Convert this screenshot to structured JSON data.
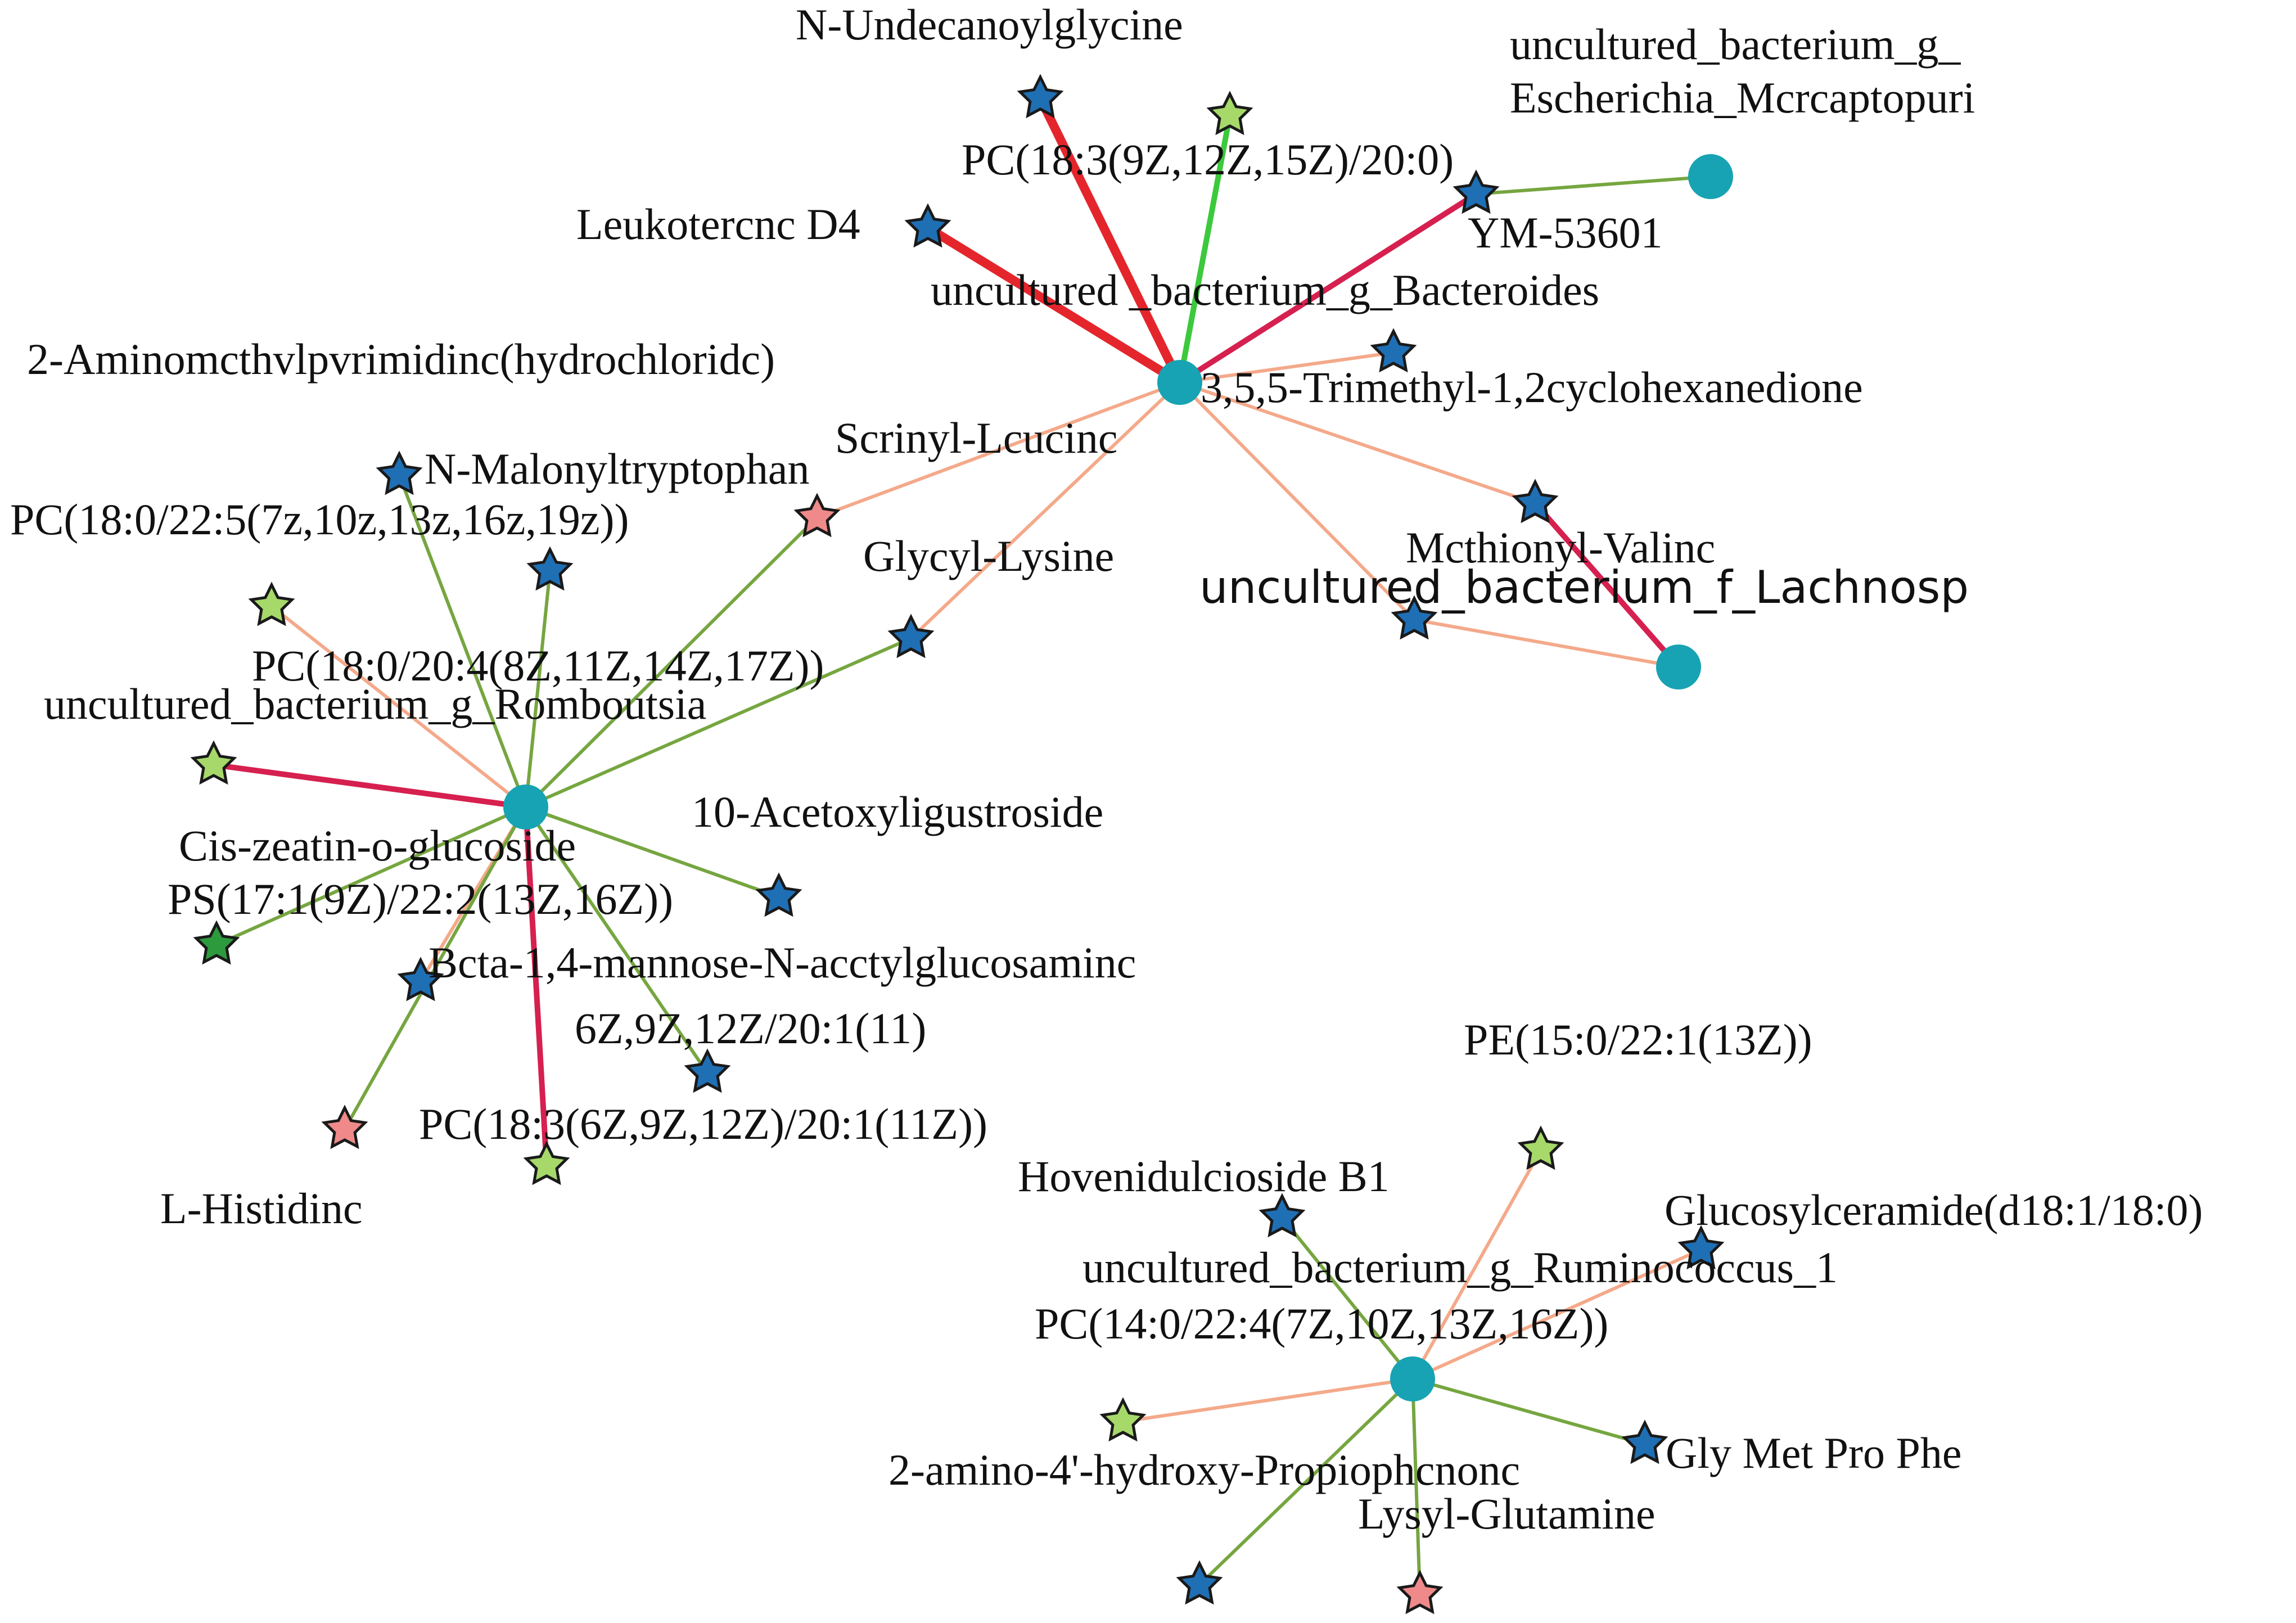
{
  "colors": {
    "hub": "#17A3B3",
    "star_blue": "#1F6FB5",
    "star_lightgreen": "#A6D96A",
    "star_green": "#2E9A3E",
    "star_pink": "#F08A8A",
    "edge_red": "#E4262C",
    "edge_crimson": "#D6204F",
    "edge_green": "#3CC93C",
    "edge_olive": "#76A640",
    "edge_salmon": "#F4A98A"
  },
  "hubs": [
    {
      "id": "h_bact",
      "label": "uncultured _bacterium_g_Bacteroides"
    },
    {
      "id": "h_esch",
      "label": "uncultured_bacterium_g_",
      "label2": "Escherichia_Mcrcaptopuri"
    },
    {
      "id": "h_lach",
      "label": "uncultured_bacterium_f_Lachnosp"
    },
    {
      "id": "h_romb",
      "label": "uncultured_bacterium_g_Romboutsia"
    },
    {
      "id": "h_rumi",
      "label": "uncultured_bacterium_g_Ruminococcus_1"
    }
  ],
  "metabolites": [
    {
      "id": "m_unde",
      "label": "N-Undecanoylglycine",
      "color": "blue"
    },
    {
      "id": "m_pc183",
      "label": "PC(18:3(9Z,12Z,15Z)/20:0)",
      "color": "lightgreen"
    },
    {
      "id": "m_ym",
      "label": "YM-53601",
      "color": "blue"
    },
    {
      "id": "m_leuk",
      "label": "Leukotercnc D4",
      "color": "blue"
    },
    {
      "id": "m_trim",
      "label": "3,5,5-Trimethyl-1,2cyclohexanedione",
      "color": "blue"
    },
    {
      "id": "m_amino",
      "label": "2-Aminomcthvlpvrimidinc(hydrochloridc)",
      "color": "none"
    },
    {
      "id": "m_seryl",
      "label": "Scrinyl-Lcucinc",
      "color": "pink"
    },
    {
      "id": "m_malon",
      "label": "N-Malonyltryptophan",
      "color": "blue"
    },
    {
      "id": "m_pc1822",
      "label": "PC(18:0/22:5(7z,10z,13z,16z,19z))",
      "color": "blue"
    },
    {
      "id": "m_glyly",
      "label": "Glycyl-Lysine",
      "color": "blue"
    },
    {
      "id": "m_methv",
      "label": "Mcthionyl-Valinc",
      "color": "blue"
    },
    {
      "id": "m_lachstar",
      "label": "",
      "color": "blue"
    },
    {
      "id": "m_pc1820",
      "label": "PC(18:0/20:4(8Z,11Z,14Z,17Z))",
      "color": "lightgreen"
    },
    {
      "id": "m_cisz",
      "label": "Cis-zeatin-o-glucoside",
      "color": "lightgreen"
    },
    {
      "id": "m_acet",
      "label": "10-Acetoxyligustroside",
      "color": "blue"
    },
    {
      "id": "m_ps",
      "label": "PS(17:1(9Z)/22:2(13Z,16Z))",
      "color": "green"
    },
    {
      "id": "m_beta",
      "label": "Bcta-1,4-mannose-N-acctylglucosaminc",
      "color": "blue"
    },
    {
      "id": "m_6z",
      "label": "6Z,9Z,12Z/20:1(11)",
      "color": "blue"
    },
    {
      "id": "m_pc183b",
      "label": "PC(18:3(6Z,9Z,12Z)/20:1(11Z))",
      "color": "lightgreen"
    },
    {
      "id": "m_hist",
      "label": "L-Histidinc",
      "color": "pink"
    },
    {
      "id": "m_pe",
      "label": "PE(15:0/22:1(13Z))",
      "color": "lightgreen"
    },
    {
      "id": "m_hoven",
      "label": "Hovenidulcioside  B1",
      "color": "blue"
    },
    {
      "id": "m_gluco",
      "label": "Glucosylceramide(d18:1/18:0)",
      "color": "blue"
    },
    {
      "id": "m_pc140",
      "label": "PC(14:0/22:4(7Z,10Z,13Z,16Z))",
      "color": "none"
    },
    {
      "id": "m_amhyd",
      "label": "2-amino-4'-hydroxy-Propiophcnonc",
      "color": "lightgreen"
    },
    {
      "id": "m_gmpp",
      "label": "Gly Met Pro Phe",
      "color": "blue"
    },
    {
      "id": "m_lysgl",
      "label": "Lysyl-Glutamine",
      "color": "pink"
    },
    {
      "id": "m_bottomblue",
      "label": "",
      "color": "blue"
    }
  ],
  "edges": [
    {
      "from": "h_bact",
      "to": "m_unde",
      "color": "edge_red",
      "weight": "thick"
    },
    {
      "from": "h_bact",
      "to": "m_pc183",
      "color": "edge_green",
      "weight": "medium"
    },
    {
      "from": "h_bact",
      "to": "m_ym",
      "color": "edge_crimson",
      "weight": "medium"
    },
    {
      "from": "h_bact",
      "to": "m_leuk",
      "color": "edge_red",
      "weight": "thick"
    },
    {
      "from": "h_bact",
      "to": "m_trim",
      "color": "edge_salmon",
      "weight": "thin"
    },
    {
      "from": "h_bact",
      "to": "m_seryl",
      "color": "edge_salmon",
      "weight": "thin"
    },
    {
      "from": "h_bact",
      "to": "m_glyly",
      "color": "edge_salmon",
      "weight": "thin"
    },
    {
      "from": "h_bact",
      "to": "m_methv",
      "color": "edge_salmon",
      "weight": "thin"
    },
    {
      "from": "h_bact",
      "to": "m_lachstar",
      "color": "edge_salmon",
      "weight": "thin"
    },
    {
      "from": "h_esch",
      "to": "m_ym",
      "color": "edge_olive",
      "weight": "thin"
    },
    {
      "from": "h_lach",
      "to": "m_methv",
      "color": "edge_crimson",
      "weight": "medium"
    },
    {
      "from": "h_lach",
      "to": "m_lachstar",
      "color": "edge_salmon",
      "weight": "thin"
    },
    {
      "from": "h_romb",
      "to": "m_malon",
      "color": "edge_olive",
      "weight": "thin"
    },
    {
      "from": "h_romb",
      "to": "m_pc1822",
      "color": "edge_olive",
      "weight": "thin"
    },
    {
      "from": "h_romb",
      "to": "m_pc1820",
      "color": "edge_salmon",
      "weight": "thin"
    },
    {
      "from": "h_romb",
      "to": "m_seryl",
      "color": "edge_olive",
      "weight": "thin"
    },
    {
      "from": "h_romb",
      "to": "m_glyly",
      "color": "edge_olive",
      "weight": "thin"
    },
    {
      "from": "h_romb",
      "to": "m_cisz",
      "color": "edge_crimson",
      "weight": "medium"
    },
    {
      "from": "h_romb",
      "to": "m_acet",
      "color": "edge_olive",
      "weight": "thin"
    },
    {
      "from": "h_romb",
      "to": "m_ps",
      "color": "edge_olive",
      "weight": "thin"
    },
    {
      "from": "h_romb",
      "to": "m_beta",
      "color": "edge_salmon",
      "weight": "thin"
    },
    {
      "from": "h_romb",
      "to": "m_6z",
      "color": "edge_olive",
      "weight": "thin"
    },
    {
      "from": "h_romb",
      "to": "m_pc183b",
      "color": "edge_crimson",
      "weight": "medium"
    },
    {
      "from": "h_romb",
      "to": "m_hist",
      "color": "edge_olive",
      "weight": "thin"
    },
    {
      "from": "h_rumi",
      "to": "m_pe",
      "color": "edge_salmon",
      "weight": "thin"
    },
    {
      "from": "h_rumi",
      "to": "m_hoven",
      "color": "edge_olive",
      "weight": "thin"
    },
    {
      "from": "h_rumi",
      "to": "m_gluco",
      "color": "edge_salmon",
      "weight": "thin"
    },
    {
      "from": "h_rumi",
      "to": "m_amhyd",
      "color": "edge_salmon",
      "weight": "thin"
    },
    {
      "from": "h_rumi",
      "to": "m_gmpp",
      "color": "edge_olive",
      "weight": "thin"
    },
    {
      "from": "h_rumi",
      "to": "m_lysgl",
      "color": "edge_olive",
      "weight": "thin"
    },
    {
      "from": "h_rumi",
      "to": "m_bottomblue",
      "color": "edge_olive",
      "weight": "thin"
    }
  ]
}
